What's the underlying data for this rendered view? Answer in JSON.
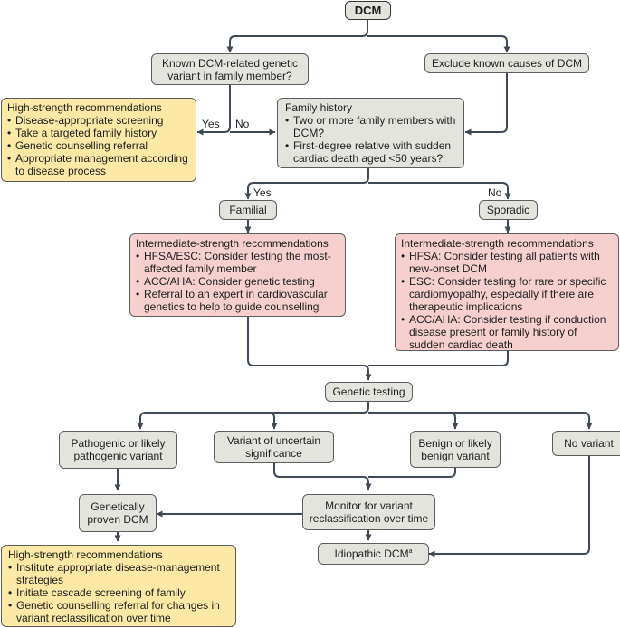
{
  "nodes": {
    "dcm": "DCM",
    "known_variant_q": "Known DCM-related genetic variant in family member?",
    "exclude_causes": "Exclude known causes of DCM",
    "high_strength_1": {
      "title": "High-strength recommendations",
      "items": [
        "Disease-appropriate screening",
        "Take a targeted family history",
        "Genetic counselling referral",
        "Appropriate management according to disease process"
      ]
    },
    "family_history": {
      "title": "Family history",
      "items": [
        "Two or more family members with DCM?",
        "First-degree relative with sudden cardiac death aged <50 years?"
      ]
    },
    "familial": "Familial",
    "sporadic": "Sporadic",
    "intermediate_familial": {
      "title": "Intermediate-strength recommendations",
      "items": [
        "HFSA/ESC: Consider testing the most-affected family member",
        "ACC/AHA: Consider genetic testing",
        "Referral to an expert in cardiovascular genetics to help to guide counselling"
      ]
    },
    "intermediate_sporadic": {
      "title": "Intermediate-strength recommendations",
      "items": [
        "HFSA: Consider testing all patients with new-onset DCM",
        "ESC: Consider testing for rare or specific cardiomyopathy, especially if there are therapeutic implications",
        "ACC/AHA: Consider testing if conduction disease present or family history of sudden cardiac death"
      ]
    },
    "genetic_testing": "Genetic testing",
    "pathogenic": "Pathogenic or likely pathogenic variant",
    "vus": "Variant of uncertain significance",
    "benign": "Benign or likely benign variant",
    "no_variant": "No variant",
    "genetically_proven": "Genetically proven DCM",
    "monitor": "Monitor for variant reclassification over time",
    "idiopathic": "Idiopathic DCM",
    "idiopathic_note": "a",
    "high_strength_2": {
      "title": "High-strength recommendations",
      "items": [
        "Institute appropriate disease-management strategies",
        "Initiate cascade screening of family",
        "Genetic counselling referral for changes in variant reclassification over time"
      ]
    }
  },
  "edge_labels": {
    "yes_left": "Yes",
    "no_left": "No",
    "yes_familial": "Yes",
    "no_sporadic": "No"
  },
  "colors": {
    "grey_box": "#e4e4df",
    "high_strength": "#fde9a6",
    "intermediate_strength": "#f7cfcf",
    "connector": "#3f4a56"
  }
}
